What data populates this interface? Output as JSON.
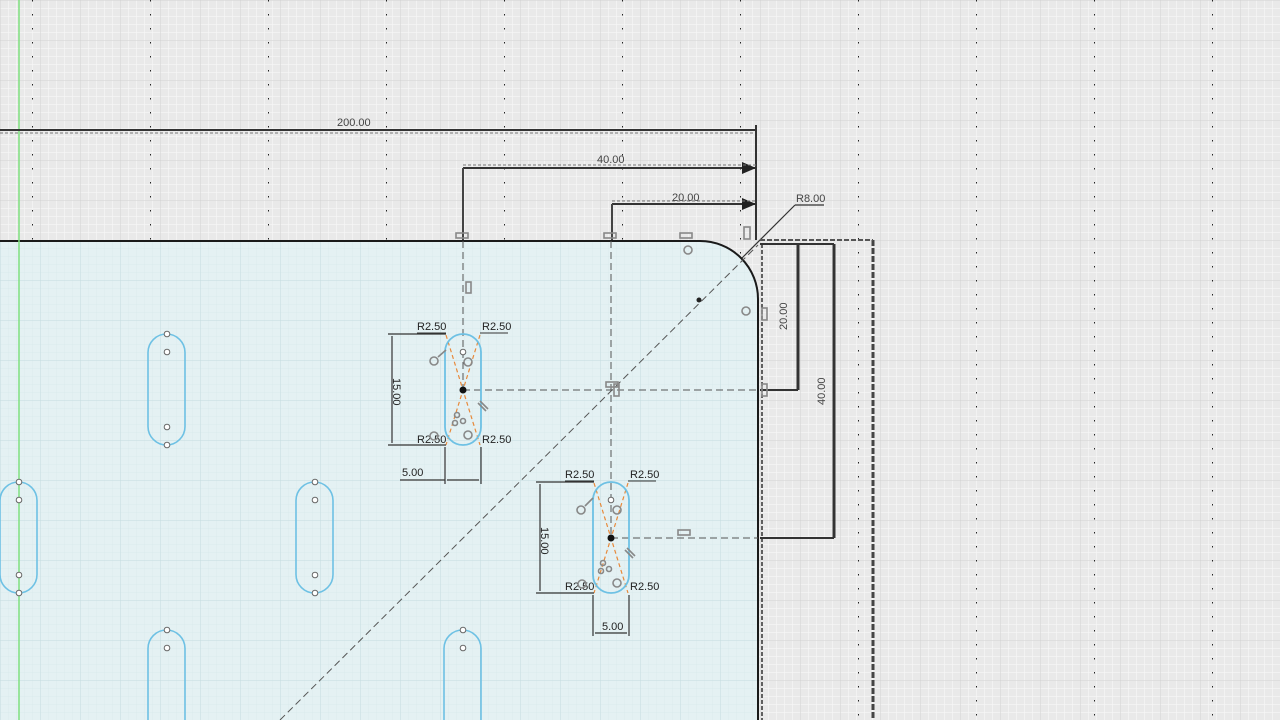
{
  "app": {
    "view": "sketch-canvas",
    "sketch_plane": "top"
  },
  "colors": {
    "background": "#e6e6e6",
    "grid_minor": "#f5f5f5",
    "grid_major": "#cfcfcf",
    "profile_fill": "#e4f1f3",
    "profile_grid": "#cde3e6",
    "profile_edge": "#1a1a1a",
    "slot_stroke": "#6ec1e4",
    "construction": "#555555",
    "constraint_orange": "#e8893a",
    "axis_green": "#7fe07f",
    "dimension": "#222222"
  },
  "dimensions": {
    "overall_width": "200.00",
    "top_offset_a": "40.00",
    "top_offset_b": "20.00",
    "corner_radius": "R8.00",
    "side_offset_a": "20.00",
    "side_offset_b": "40.00"
  },
  "slots": [
    {
      "id": "slot-1",
      "height": "15.00",
      "width": "5.00",
      "radii": [
        "R2.50",
        "R2.50",
        "R2.50",
        "R2.50"
      ]
    },
    {
      "id": "slot-2",
      "height": "15.00",
      "width": "5.00",
      "radii": [
        "R2.50",
        "R2.50",
        "R2.50",
        "R2.50"
      ]
    }
  ],
  "pattern_slots_count": 7,
  "constraint_icons": [
    "coincident-icon",
    "tangent-icon",
    "parallel-icon",
    "midpoint-icon",
    "horizontal-icon",
    "vertical-icon"
  ]
}
